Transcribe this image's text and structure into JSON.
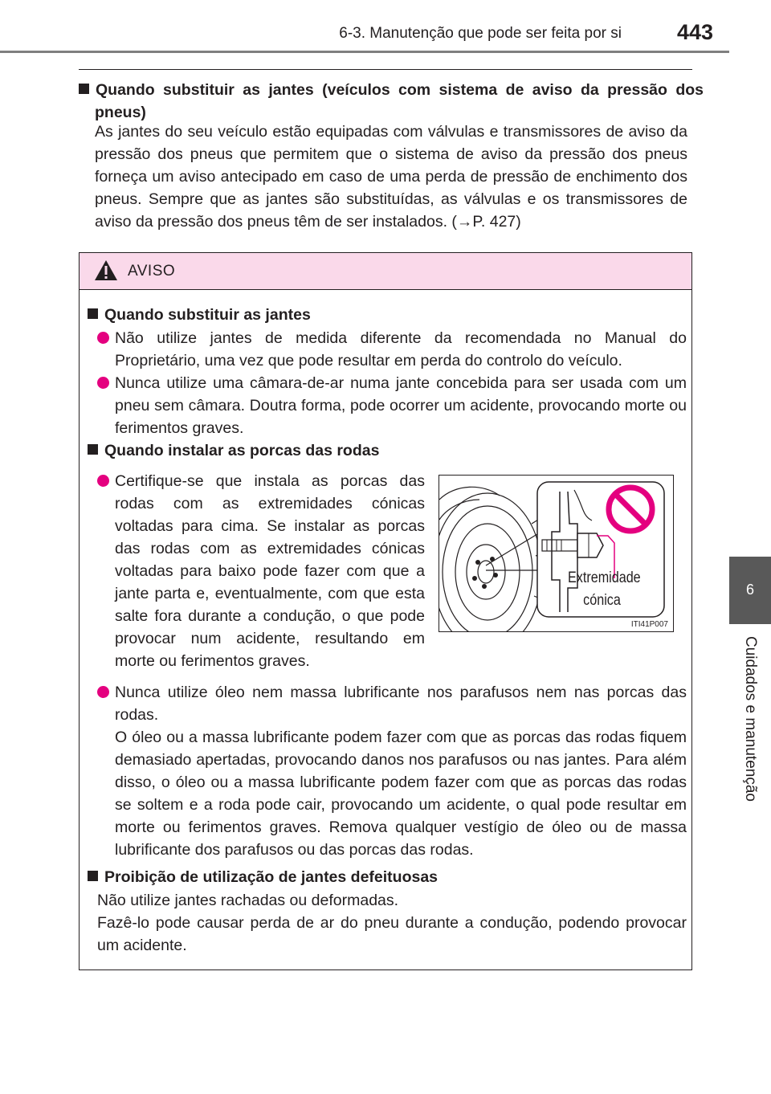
{
  "header": {
    "section_title": "6-3. Manutenção que pode ser feita por si",
    "page_number": "443"
  },
  "side_tab": {
    "number": "6",
    "label": "Cuidados e manutenção"
  },
  "section": {
    "title": "Quando substituir as jantes (veículos com sistema de aviso da pressão dos pneus)",
    "body": "As jantes do seu veículo estão equipadas com válvulas e transmissores de aviso da pressão dos pneus que permitem que o sistema de aviso da pressão dos pneus forneça um aviso antecipado em caso de uma perda de pressão de enchimento dos pneus. Sempre que as jantes são substituídas, as válvulas e os transmissores de aviso da pressão dos pneus têm de ser instalados. (→P. 427)"
  },
  "warning": {
    "label": "AVISO",
    "sub1": {
      "title": "Quando substituir as jantes",
      "bullets": [
        "Não utilize jantes de medida diferente da recomendada no Manual do Proprietário, uma vez que pode resultar em perda do controlo do veículo.",
        "Nunca utilize uma câmara-de-ar numa jante concebida para ser usada com um pneu sem câmara. Doutra forma, pode ocorrer um acidente, provocando morte ou ferimentos graves."
      ]
    },
    "sub2": {
      "title": "Quando instalar as porcas das rodas",
      "bullets": [
        "Certifique-se que instala as porcas das rodas com as extremidades cónicas voltadas para cima. Se instalar as porcas das rodas com as extremidades cónicas voltadas para baixo pode fazer com que a jante parta e, eventualmente, com que esta salte fora durante a condução, o que pode provocar num acidente, resultando em morte ou ferimentos graves.",
        "Nunca utilize óleo nem massa lubrificante nos parafusos nem nas porcas das rodas.",
        "O óleo ou a massa lubrificante podem fazer com que as porcas das rodas fiquem demasiado apertadas, provocando danos nos parafusos ou nas jantes. Para além disso, o óleo ou a massa lubrificante podem fazer com que as porcas das rodas se soltem e a roda pode cair, provocando um acidente, o qual pode resultar em morte ou ferimentos graves. Remova qualquer vestígio de óleo ou de massa lubrificante dos parafusos ou das porcas das rodas."
      ],
      "figure": {
        "label_line1": "Extremidade",
        "label_line2": "cónica",
        "code": "ITI41P007"
      }
    },
    "sub3": {
      "title": "Proibição de utilização de jantes defeituosas",
      "line1": "Não utilize jantes rachadas ou deformadas.",
      "line2": "Fazê-lo pode causar perda de ar do pneu durante a condução, podendo provocar um acidente."
    }
  },
  "colors": {
    "accent_magenta": "#e4007f",
    "warning_header_bg": "#fad9ea",
    "tab_gray": "#595959"
  }
}
